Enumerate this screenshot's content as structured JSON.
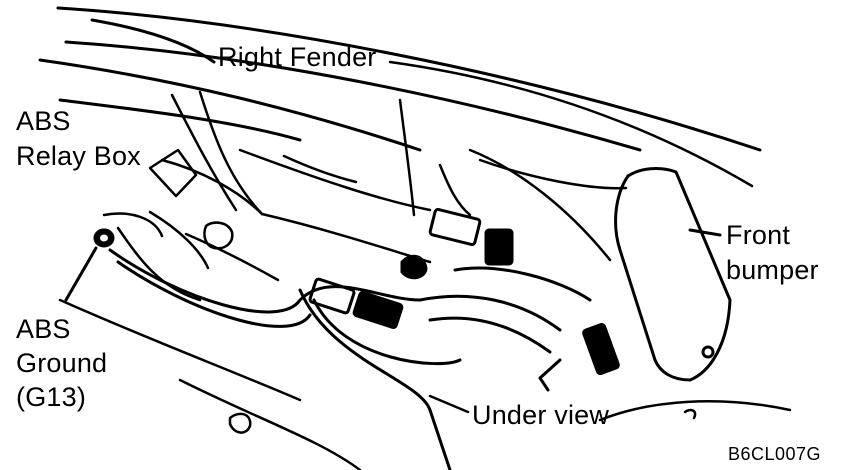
{
  "labels": {
    "right_fender": "Right Fender",
    "abs_relay_box": [
      "ABS",
      "Relay Box"
    ],
    "front_bumper": [
      "Front",
      "bumper"
    ],
    "abs_ground": [
      "ABS",
      "Ground",
      "(G13)"
    ],
    "under_view": "Under view",
    "figure_code": "B6CL007G"
  },
  "colors": {
    "ink": "#000000",
    "paper": "#ffffff"
  }
}
